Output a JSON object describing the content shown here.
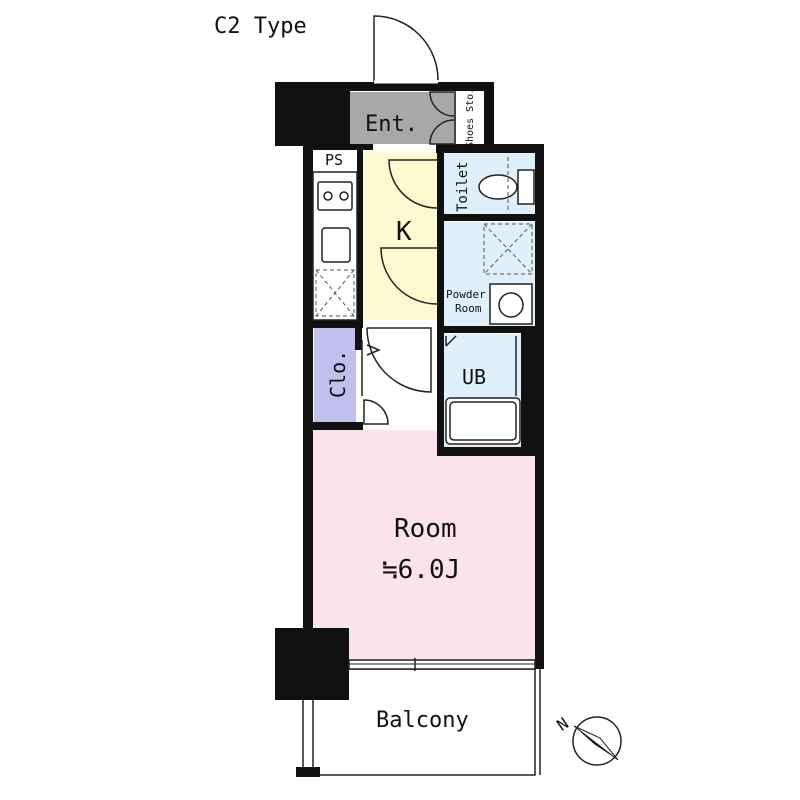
{
  "plan": {
    "type_label": "C2 Type",
    "rooms": {
      "entrance": "Ent.",
      "shoes": "Shoes Sto.",
      "ps": "PS",
      "kitchen": "K",
      "toilet": "Toilet",
      "powder_line1": "Powder",
      "powder_line2": "Room",
      "unit_bath": "UB",
      "closet": "Clo.",
      "room": "Room",
      "room_size": "≒6.0J",
      "balcony": "Balcony"
    },
    "compass": "N",
    "colors": {
      "wall": "#111111",
      "entrance": "#a8a8a8",
      "kitchen": "#fcf9cf",
      "toilet": "#dff0fa",
      "powder": "#dff0fa",
      "bath": "#dff0fa",
      "closet": "#bfc0ee",
      "room": "#fbe3ee",
      "balcony": "#ffffff"
    }
  }
}
